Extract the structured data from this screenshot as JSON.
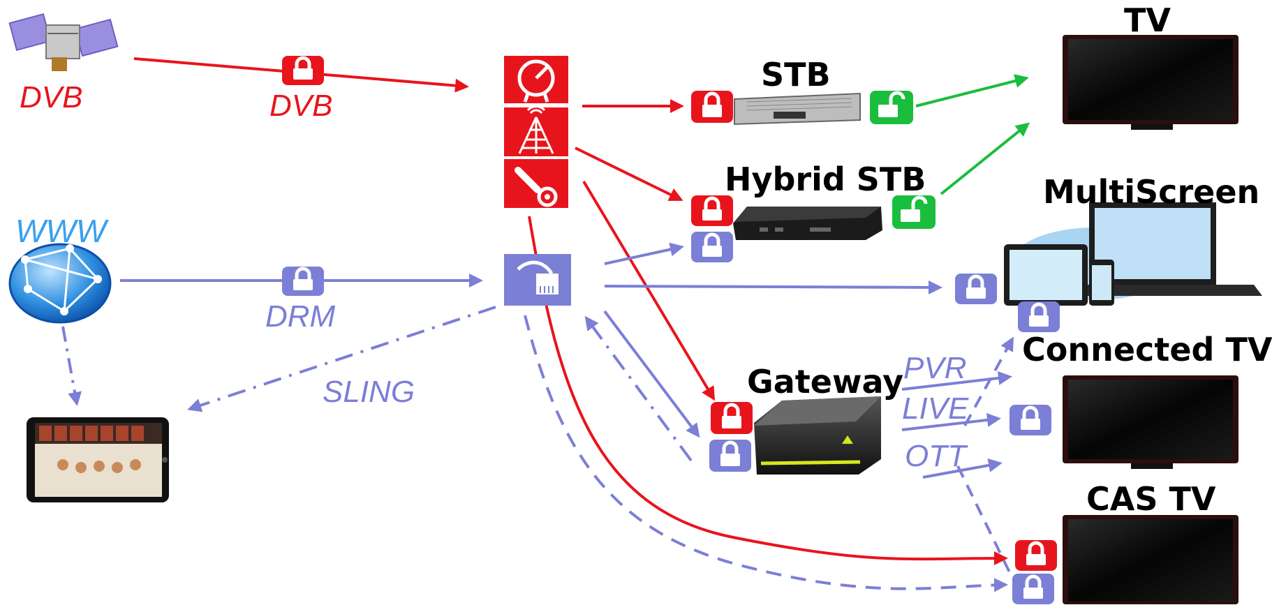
{
  "labels": {
    "satellite_caption": "DVB",
    "dvb_link": "DVB",
    "www": "WWW",
    "drm": "DRM",
    "sling": "SLING",
    "stb": "STB",
    "hybrid_stb": "Hybrid STB",
    "tv": "TV",
    "multiscreen": "MultiScreen",
    "connected_tv": "Connected TV",
    "gateway": "Gateway",
    "pvr": "PVR",
    "live": "LIVE",
    "ott": "OTT",
    "cas_tv": "CAS TV"
  },
  "colors": {
    "cas_red": "#e8141c",
    "drm_blue": "#7b7fd6",
    "unlocked_green": "#1bbd3c",
    "www_blue": "#3aa0ee"
  },
  "icons": [
    "satellite-icon",
    "globe-icon",
    "tablet-icon",
    "satellite-dish-icon",
    "antenna-tower-icon",
    "cable-plug-icon",
    "ethernet-icon",
    "padlock-icon",
    "set-top-box-icon",
    "gateway-box-icon",
    "television-icon",
    "multiscreen-devices-icon"
  ]
}
